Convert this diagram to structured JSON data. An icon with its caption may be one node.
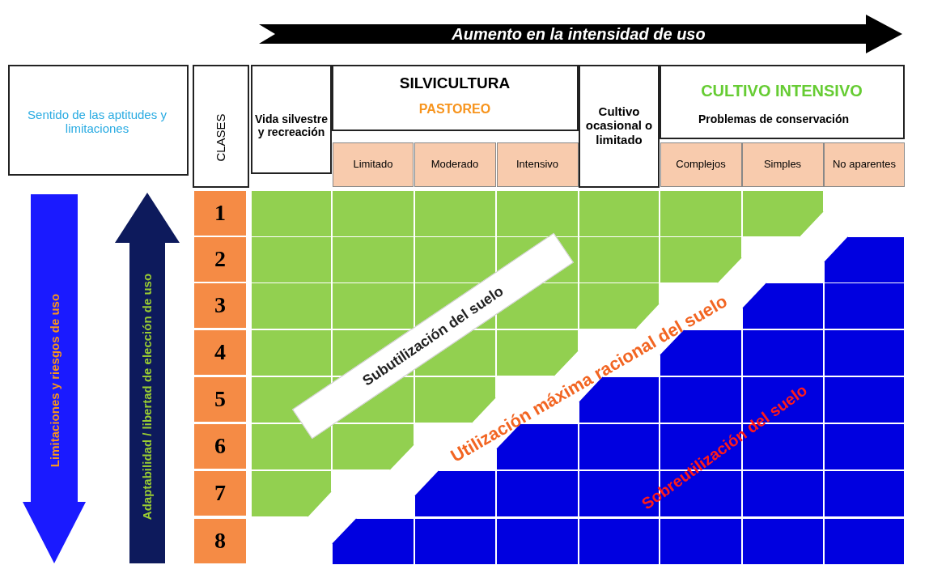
{
  "diagram": {
    "labels": [
      "Aumento en la intensidad de uso",
      "Sentido de las aptitudes y limitaciones",
      "CLASES",
      "Vida silvestre y recreación",
      "SILVICULTURA",
      "PASTOREO",
      "Cultivo ocasional o limitado",
      "CULTIVO INTENSIVO",
      "Problemas de conservación",
      "Limitado",
      "Moderado",
      "Intensivo",
      "Complejos",
      "Simples",
      "No aparentes",
      "1",
      "2",
      "3",
      "4",
      "5",
      "6",
      "7",
      "8",
      "Limitaciones y riesgos de uso",
      "Adaptabilidad / libertad de elección de uso",
      "Subutilización del suelo",
      "Utilización máxima racional del suelo",
      "Sobreutilización del suelo"
    ]
  }
}
